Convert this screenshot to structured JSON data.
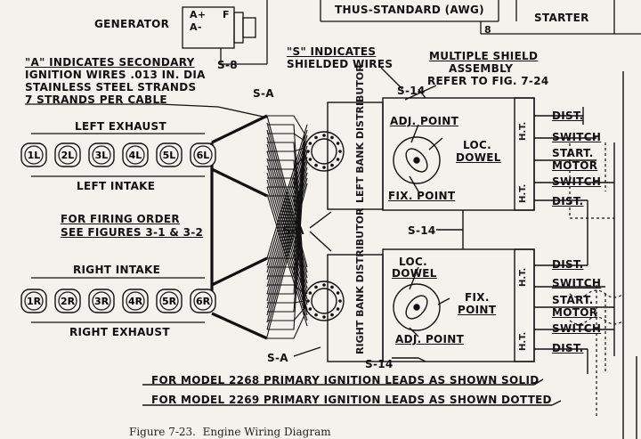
{
  "labels": {
    "generator": "GENERATOR",
    "gen_a_plus": "A+",
    "gen_a_minus": "A-",
    "gen_f": "F",
    "s8": "S-8",
    "thus_standard": "THUS-STANDARD (AWG)",
    "starter": "STARTER",
    "num_8": "8",
    "a_note": [
      "\"A\" INDICATES SECONDARY",
      "IGNITION WIRES .013 IN. DIA",
      "STAINLESS STEEL STRANDS",
      "7 STRANDS PER CABLE"
    ],
    "s_note": [
      "\"S\" INDICATES",
      "SHIELDED WIRES"
    ],
    "shield_note": [
      "MULTIPLE SHIELD",
      "ASSEMBLY",
      "REFER TO FIG. 7-24"
    ],
    "s14_top": "S-14",
    "sa_top": "S-A",
    "sa_mid": "S-A",
    "sa_bottom": "S-A",
    "s14_mid": "S-14",
    "s14_bottom": "S-14",
    "left_exhaust": "LEFT EXHAUST",
    "left_intake": "LEFT INTAKE",
    "right_intake": "RIGHT INTAKE",
    "right_exhaust": "RIGHT EXHAUST",
    "firing_order": [
      "FOR FIRING ORDER",
      "SEE FIGURES 3-1 & 3-2"
    ],
    "left_dist_vert": "LEFT BANK DISTRIBUTOR",
    "right_dist_vert": "RIGHT BANK DISTRIBUTOR",
    "adj_point_top": "ADJ. POINT",
    "loc_dowel_top": [
      "LOC.",
      "DOWEL"
    ],
    "fix_point_top": "FIX. POINT",
    "loc_dowel_bottom": [
      "LOC.",
      "DOWEL"
    ],
    "fix_point_bottom": [
      "FIX.",
      "POINT"
    ],
    "adj_point_bottom": "ADJ. POINT",
    "ht": "H.T.",
    "dist": "DIST.",
    "switch": "SWITCH",
    "start": "START.",
    "motor": "MOTOR",
    "model_2268": "FOR MODEL 2268 PRIMARY IGNITION LEADS AS SHOWN SOLID",
    "model_2269": "FOR MODEL 2269 PRIMARY IGNITION LEADS AS SHOWN DOTTED",
    "caption": "Figure 7-23.  Engine Wiring Diagram"
  },
  "plugs_left": [
    "1L",
    "2L",
    "3L",
    "4L",
    "5L",
    "6L"
  ],
  "plugs_right": [
    "1R",
    "2R",
    "3R",
    "4R",
    "5R",
    "6R"
  ],
  "colors": {
    "ink": "#111111",
    "paper": "#f4f2ec"
  }
}
